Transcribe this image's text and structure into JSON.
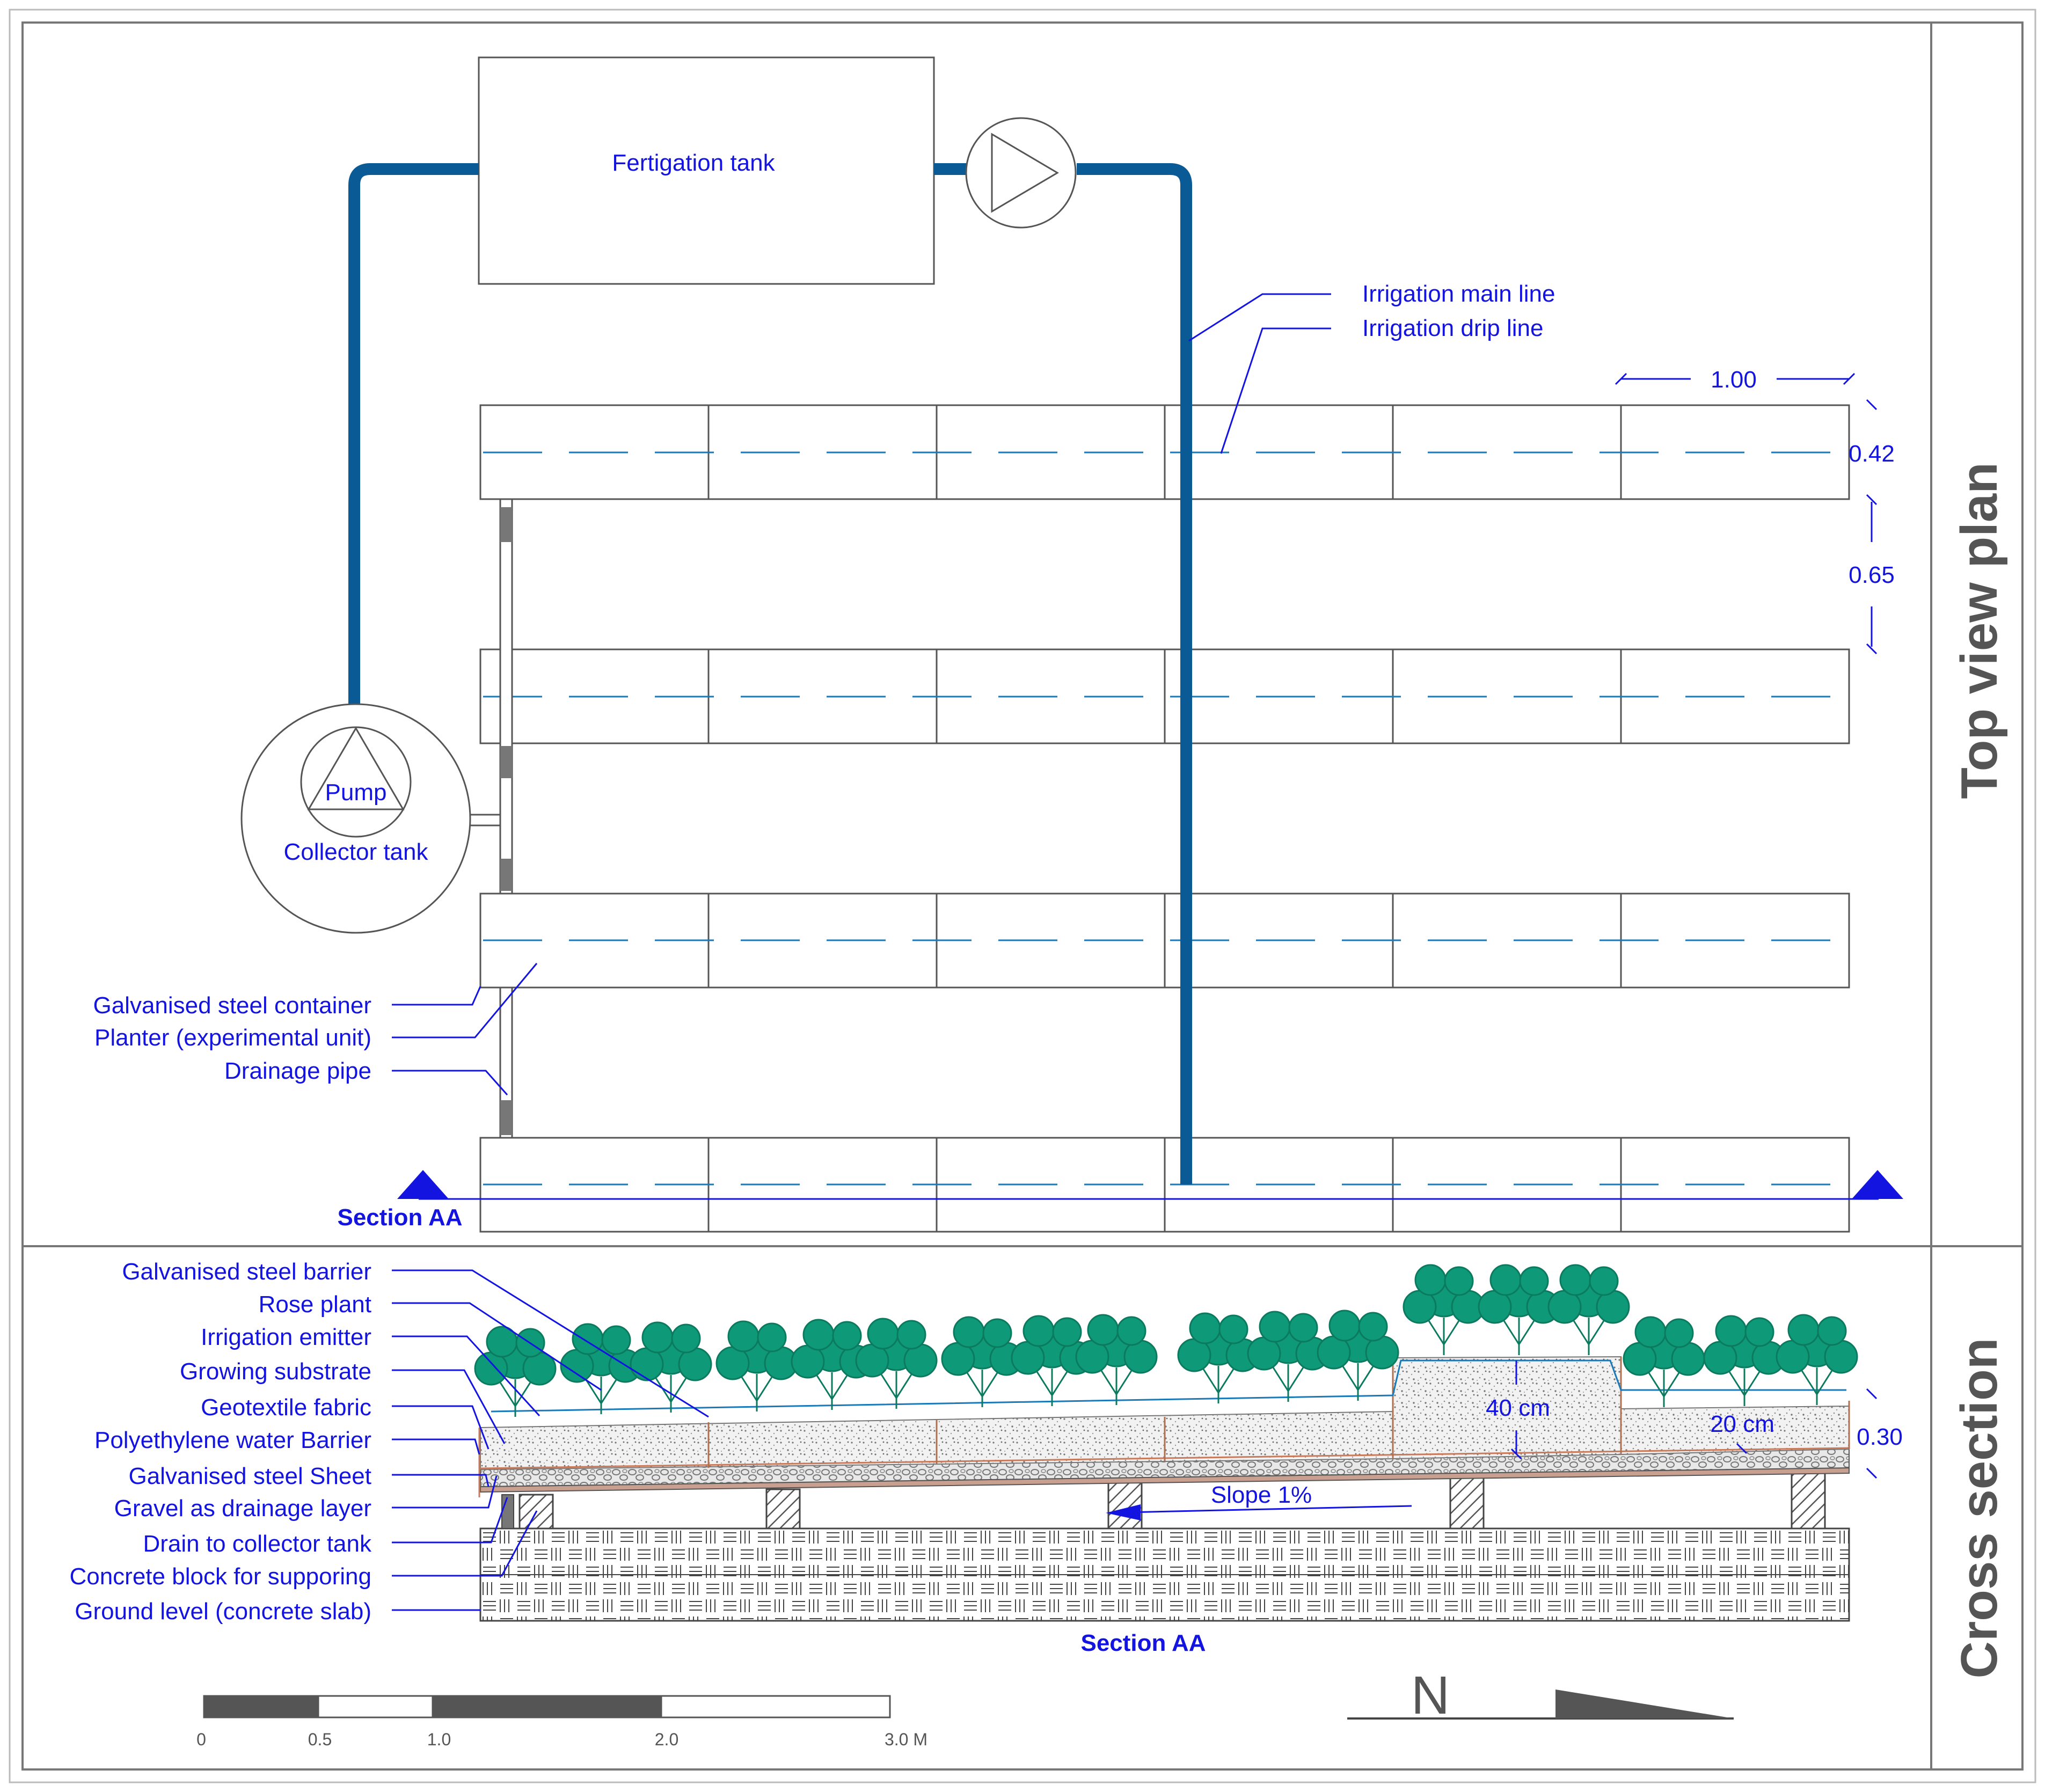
{
  "panels": {
    "top_title": "Top view plan",
    "cross_title": "Cross section"
  },
  "top_view": {
    "fertigation_tank": "Fertigation tank",
    "pump": "Pump",
    "collector_tank": "Collector tank",
    "irrigation_main_line": "Irrigation main line",
    "irrigation_drip_line": "Irrigation drip line",
    "dim_width": "1.00",
    "dim_depth": "0.42",
    "dim_gap": "0.65",
    "container_label": "Galvanised steel container",
    "planter_label": "Planter (experimental unit)",
    "drainage_label": "Drainage pipe",
    "section_label": "Section AA"
  },
  "cross_section": {
    "labels": [
      "Galvanised steel barrier",
      "Rose plant",
      "Irrigation emitter",
      "Growing substrate",
      "Geotextile fabric",
      "Polyethylene water Barrier",
      "Galvanised steel Sheet",
      "Gravel as drainage layer",
      "Drain to collector tank",
      "Concrete block for supporing",
      "Ground level (concrete slab)"
    ],
    "dim_40": "40 cm",
    "dim_20": "20 cm",
    "dim_030": "0.30",
    "slope": "Slope 1%",
    "section_label": "Section AA"
  },
  "scale_bar": {
    "ticks": [
      "0",
      "0.5",
      "1.0",
      "2.0",
      "3.0 M"
    ]
  },
  "north": "N",
  "colors": {
    "label_blue": "#1414e0",
    "pipe_blue": "#0a5a96",
    "drip_blue": "#1a7ab8",
    "plant_green": "#0e9a78",
    "frame_gray": "#777777"
  }
}
